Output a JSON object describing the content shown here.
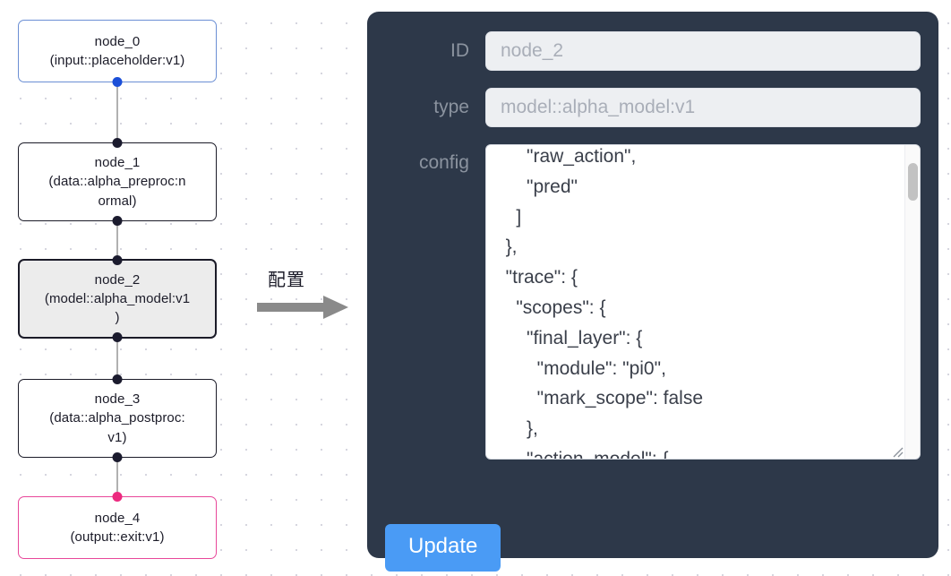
{
  "canvas": {
    "name": "flow-canvas",
    "background": "#ffffff",
    "dot_color": "#c9c9d4",
    "edge_color": "#b1b1b1",
    "nodes": [
      {
        "id": "node_0",
        "title": "node_0",
        "subtitle": "(input::placeholder:v1)",
        "label": "node_0\n(input::placeholder:v1)",
        "kind": "input",
        "border_color": "#6b8fd4",
        "handle_color": "#1b4fd8",
        "selected": false
      },
      {
        "id": "node_1",
        "title": "node_1",
        "subtitle": "(data::alpha_preproc:normal)",
        "label": "node_1\n(data::alpha_preproc:n\normal)",
        "kind": "data",
        "border_color": "#1b1b28",
        "handle_color": "#1b1b2e",
        "selected": false
      },
      {
        "id": "node_2",
        "title": "node_2",
        "subtitle": "(model::alpha_model:v1)",
        "label": "node_2\n(model::alpha_model:v1\n)",
        "kind": "model",
        "border_color": "#1b1b28",
        "handle_color": "#1b1b2e",
        "selected": true
      },
      {
        "id": "node_3",
        "title": "node_3",
        "subtitle": "(data::alpha_postproc:v1)",
        "label": "node_3\n(data::alpha_postproc:\nv1)",
        "kind": "data",
        "border_color": "#1b1b28",
        "handle_color": "#1b1b2e",
        "selected": false
      },
      {
        "id": "node_4",
        "title": "node_4",
        "subtitle": "(output::exit:v1)",
        "label": "node_4\n(output::exit:v1)",
        "kind": "output",
        "border_color": "#e8479a",
        "handle_color": "#ec2a7f",
        "selected": false
      }
    ]
  },
  "annotation": {
    "label": "配置",
    "arrow_color": "#8a8a8a"
  },
  "panel": {
    "name": "node-config-panel",
    "background": "#2d3849",
    "id_field": {
      "label": "ID",
      "value": "node_2",
      "placeholder": "node_2"
    },
    "type_field": {
      "label": "type",
      "value": "model::alpha_model:v1",
      "placeholder": "model::alpha_model:v1"
    },
    "config_field": {
      "label": "config",
      "value": "      \"raw_action\",\n      \"pred\"\n    ]\n  },\n  \"trace\": {\n    \"scopes\": {\n      \"final_layer\": {\n        \"module\": \"pi0\",\n        \"mark_scope\": false\n      },\n      \"action_model\": {"
    },
    "update_button": {
      "label": "Update",
      "color": "#4a9bf5"
    }
  }
}
